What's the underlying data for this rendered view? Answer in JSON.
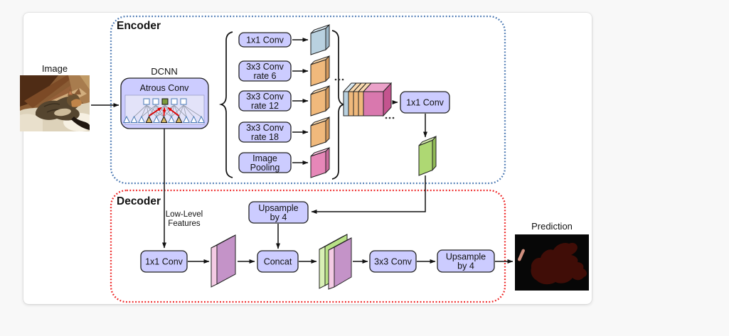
{
  "figure": {
    "input": {
      "label": "Image"
    },
    "encoder": {
      "label": "Encoder",
      "backbone": {
        "title": "DCNN",
        "block": "Atrous Conv"
      },
      "aspp": [
        {
          "label": "1x1 Conv"
        },
        {
          "line1": "3x3 Conv",
          "line2": "rate 6"
        },
        {
          "line1": "3x3 Conv",
          "line2": "rate 12"
        },
        {
          "line1": "3x3 Conv",
          "line2": "rate 18"
        },
        {
          "line1": "Image",
          "line2": "Pooling"
        }
      ],
      "projection": {
        "label": "1x1 Conv"
      }
    },
    "decoder": {
      "label": "Decoder",
      "low_level_line1": "Low-Level",
      "low_level_line2": "Features",
      "conv_1x1": {
        "label": "1x1 Conv"
      },
      "upsample_mid": {
        "line1": "Upsample",
        "line2": "by 4"
      },
      "concat": {
        "label": "Concat"
      },
      "conv_3x3": {
        "label": "3x3 Conv"
      },
      "upsample_out": {
        "line1": "Upsample",
        "line2": "by 4"
      }
    },
    "output": {
      "label": "Prediction"
    },
    "colors": {
      "encoder_border": "#4d7ab3",
      "decoder_border": "#ee2222",
      "section_label": "#5d5de0",
      "node_fill": "#ccccff",
      "node_stroke": "#222222",
      "slab_blue": "#b9d1e0",
      "slab_orange": "#f0b97c",
      "slab_pink": "#e687b8",
      "slab_green": "#aed873",
      "slab_purple": "#c493c8",
      "slab_light_pink": "#f4cbe4",
      "prediction_background": "#070707",
      "prediction_mask": "#400d07",
      "prediction_stripe": "#d08f7e"
    }
  }
}
